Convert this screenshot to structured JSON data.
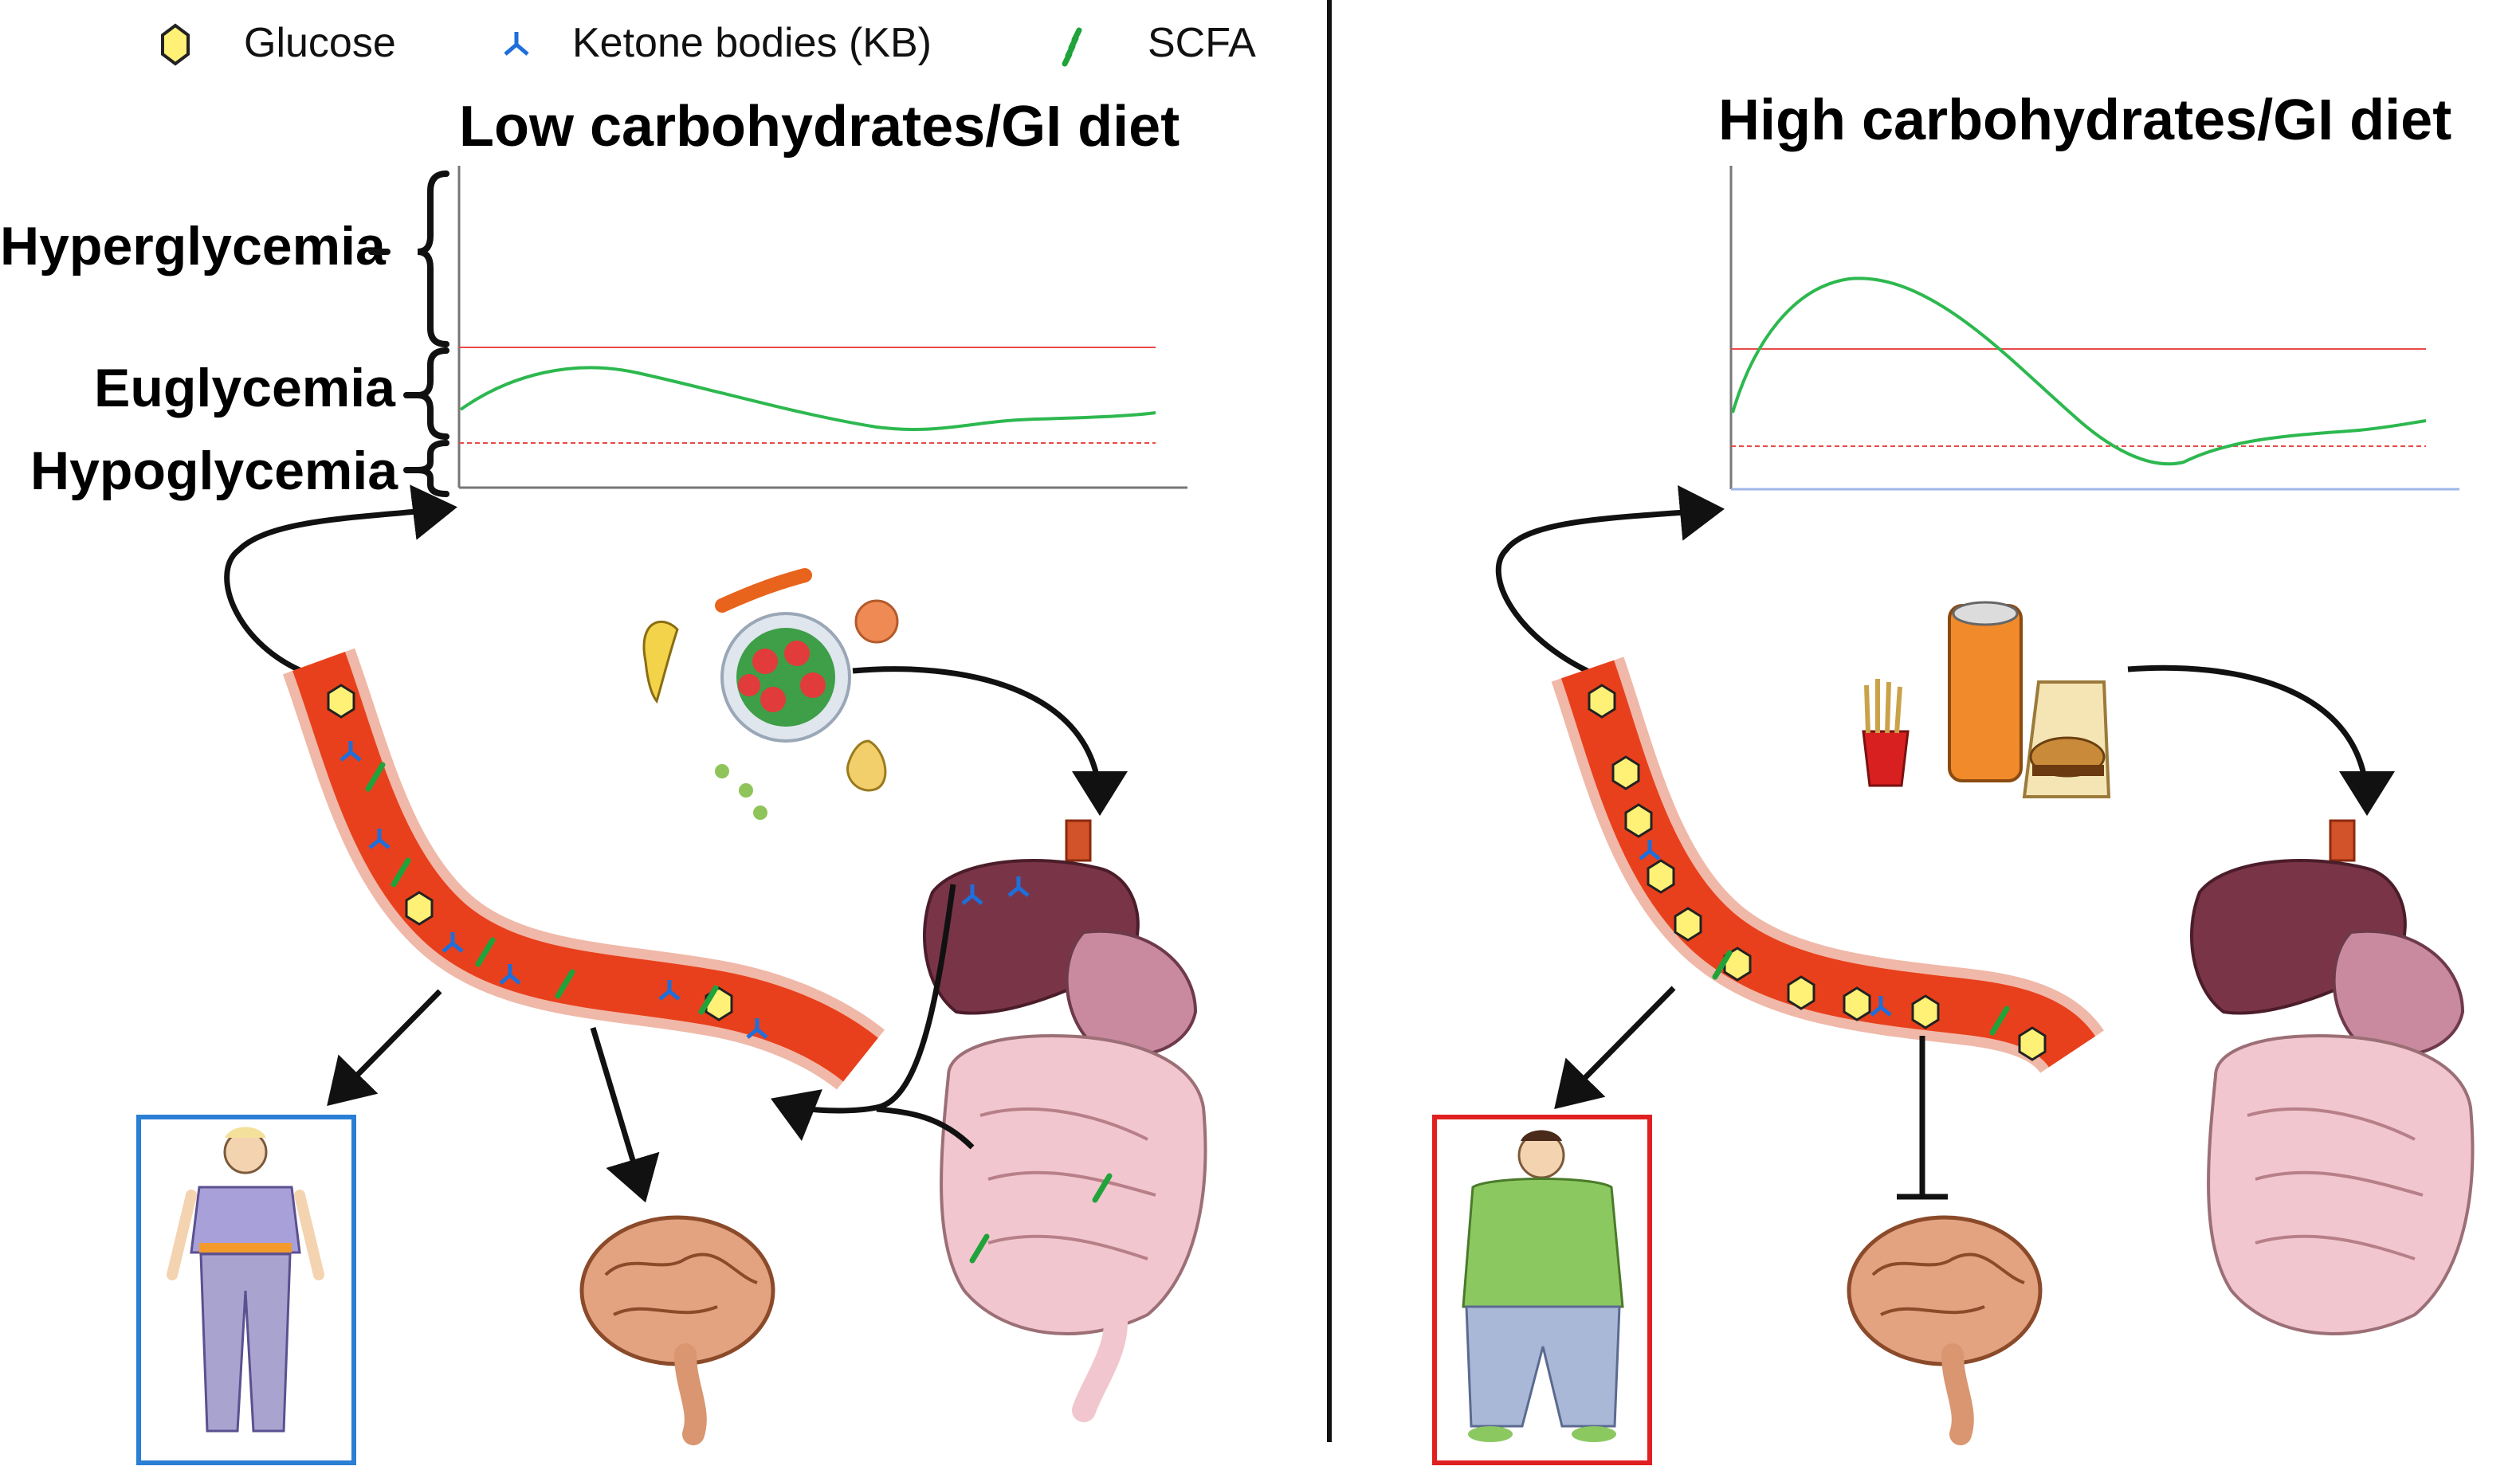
{
  "legend": {
    "glucose": "Glucose",
    "ketone_bodies": "Ketone bodies (KB)",
    "scfa": "SCFA"
  },
  "left_panel": {
    "title": "Low carbohydrates/GI diet"
  },
  "right_panel": {
    "title": "High carbohydrates/GI diet"
  },
  "zones": {
    "hyper": "Hyperglycemia",
    "eu": "Euglycemia",
    "hypo": "Hypoglycemia"
  },
  "icons": {
    "glucose": "yellow-hexagon",
    "ketone": "blue-y-shape",
    "scfa": "green-chain"
  },
  "colors": {
    "glucose_fill": "#fff176",
    "ketone": "#1e6fd9",
    "scfa": "#1fa33a",
    "curve": "#2db84f",
    "threshold": "#e84a4a",
    "vessel": "#e8401c",
    "vessel_wall": "#f0b8a8",
    "lean_box": "#2a7fd4",
    "obese_box": "#e02020"
  }
}
